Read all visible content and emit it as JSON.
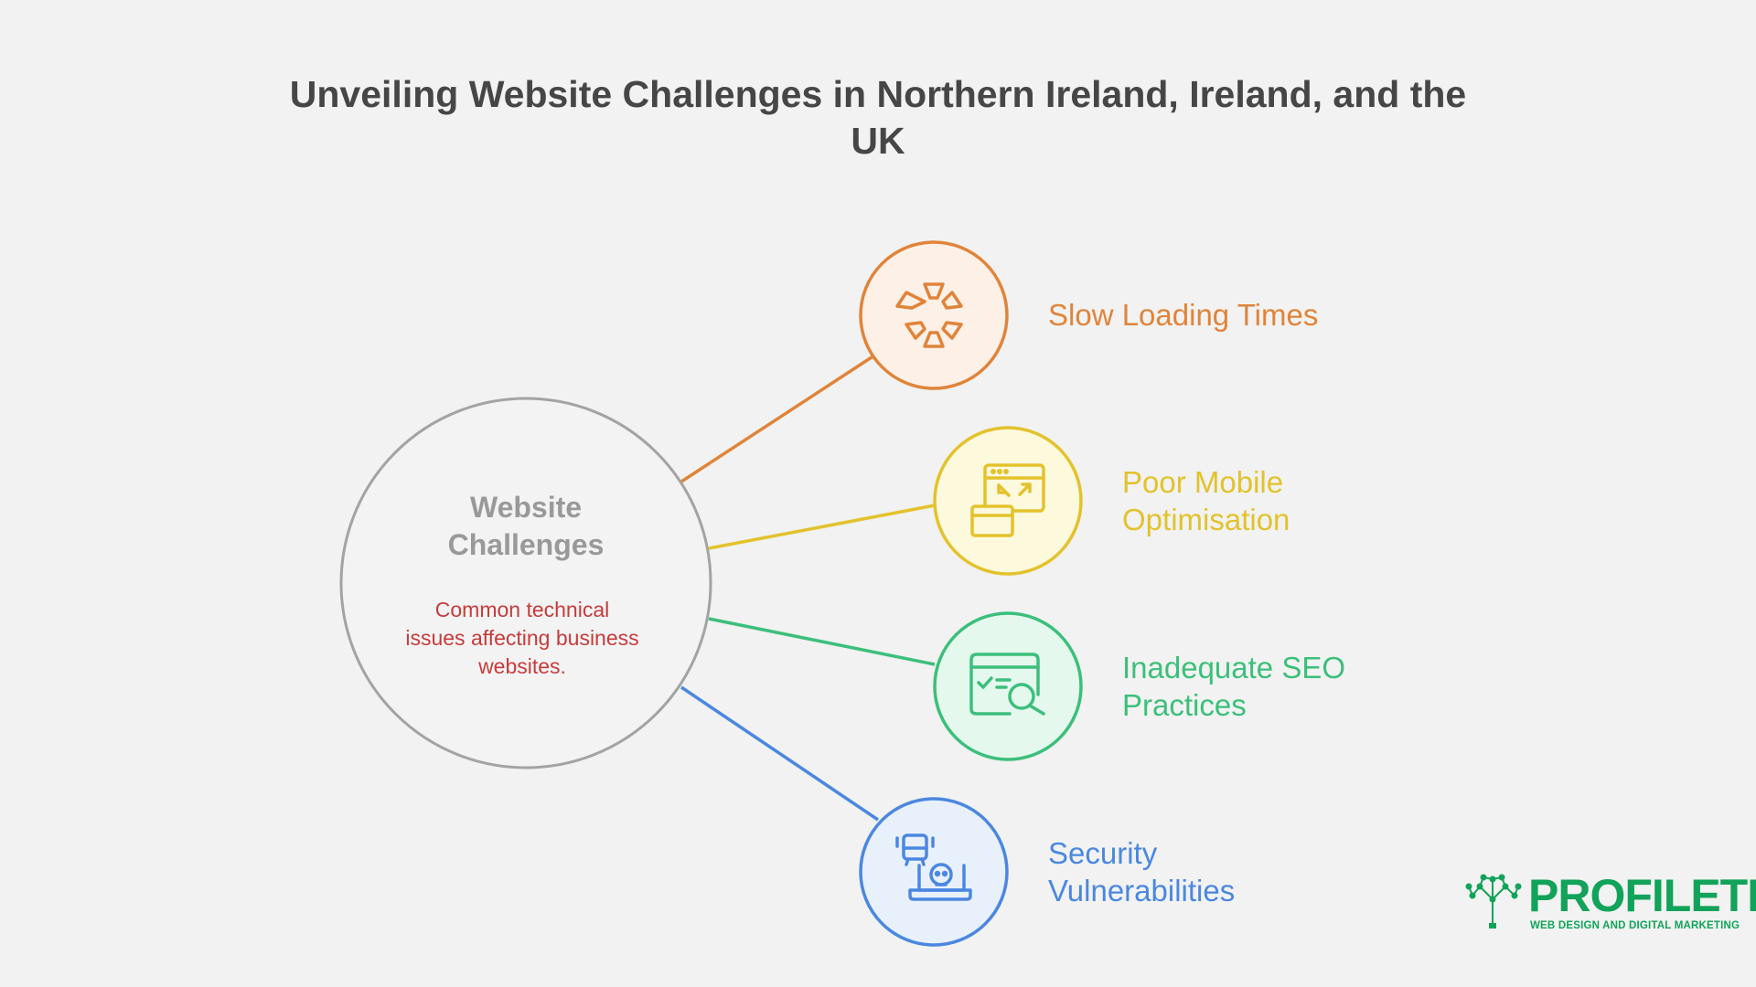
{
  "title": "Unveiling Website Challenges in Northern Ireland, Ireland, and the UK",
  "hub": {
    "title": "Website Challenges",
    "description": "Common technical issues affecting business websites."
  },
  "items": [
    {
      "label": "Slow Loading Times",
      "icon": "loading-spinner-icon",
      "color": "#e0843a",
      "fill": "#fdf0e7"
    },
    {
      "label": "Poor Mobile Optimisation",
      "icon": "responsive-windows-icon",
      "color": "#e3c22c",
      "fill": "#fdf9dc"
    },
    {
      "label": "Inadequate SEO Practices",
      "icon": "seo-search-icon",
      "color": "#3cbf7b",
      "fill": "#e4f8ee"
    },
    {
      "label": "Security Vulnerabilities",
      "icon": "security-threat-icon",
      "color": "#4b87e0",
      "fill": "#e8f0fc"
    }
  ],
  "logo": {
    "name": "PROFILETREE",
    "tagline": "WEB DESIGN AND DIGITAL MARKETING",
    "color": "#12a35a"
  }
}
